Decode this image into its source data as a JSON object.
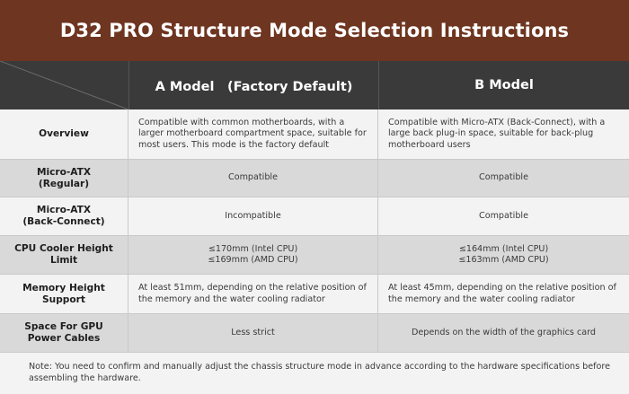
{
  "title": "D32 PRO Structure Mode Selection Instructions",
  "columns": {
    "a": "A Model　(Factory Default)",
    "b": "B Model"
  },
  "rows": [
    {
      "label": "Overview",
      "a": "Compatible with common motherboards, with a larger motherboard compartment space, suitable for most users. This mode is the factory default",
      "b": "Compatible with Micro-ATX (Back-Connect), with a large back plug-in space, suitable for back-plug motherboard users"
    },
    {
      "label": "Micro-ATX\n(Regular)",
      "a": "Compatible",
      "b": "Compatible"
    },
    {
      "label": "Micro-ATX\n(Back-Connect)",
      "a": "Incompatible",
      "b": "Compatible"
    },
    {
      "label": "CPU Cooler Height Limit",
      "a": "≤170mm (Intel CPU)\n≤169mm (AMD CPU)",
      "b": "≤164mm (Intel CPU)\n≤163mm (AMD CPU)"
    },
    {
      "label": "Memory Height Support",
      "a": "At least 51mm, depending on the relative position of the memory and the water cooling radiator",
      "b": "At least 45mm, depending on the relative position of the memory and the water cooling radiator"
    },
    {
      "label": "Space For GPU Power Cables",
      "a": "Less strict",
      "b": "Depends on the width of the graphics card"
    }
  ],
  "note": "Note: You need to confirm and manually adjust the chassis structure mode in advance according to the hardware specifications before assembling the hardware.",
  "colors": {
    "title_bg": "#6e3520",
    "header_bg": "#3a3a3a",
    "row_light": "#f3f3f3",
    "row_dark": "#d9d9d9"
  }
}
